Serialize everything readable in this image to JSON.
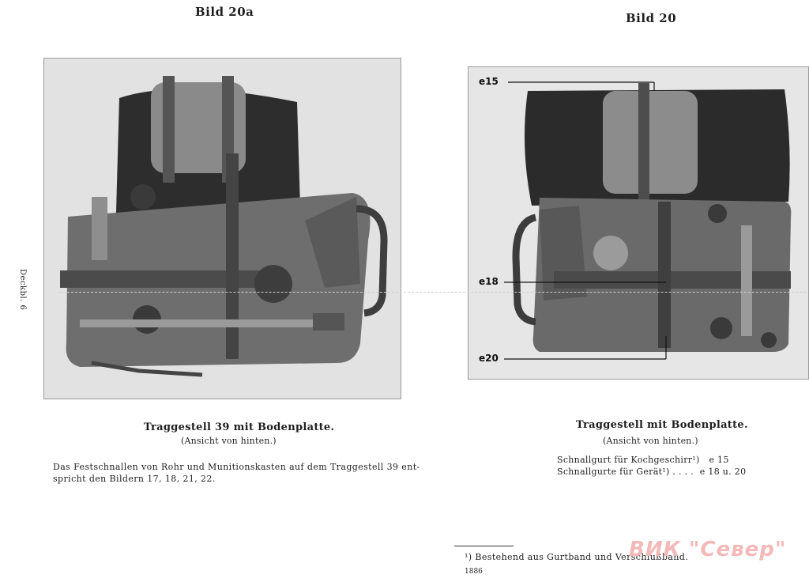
{
  "left_page": {
    "figure_label": "Bild 20a",
    "title": "Traggestell 39 mit Bodenplatte.",
    "subtitle": "(Ansicht von hinten.)",
    "body_line1": "Das Festschnallen von Rohr und Munitionskasten auf dem Traggestell 39 ent-",
    "body_line2": "spricht den Bildern 17, 18, 21, 22.",
    "side_label": "Deckbl. 6"
  },
  "right_page": {
    "figure_label": "Bild 20",
    "title": "Traggestell mit Bodenplatte.",
    "subtitle": "(Ansicht von hinten.)",
    "callouts": [
      "e15",
      "e18",
      "e20"
    ],
    "legend": [
      {
        "label": "Schnallgurt für Kochgeschirr¹)",
        "ref": "e 15"
      },
      {
        "label": "Schnallgurte für Gerät¹) . . . .",
        "ref": "e 18 u. 20"
      }
    ],
    "footnote": "¹) Bestehend aus Gurtband und Verschlußband.",
    "page_number": "1886"
  },
  "watermark": {
    "text": "ВИК \"Север\""
  },
  "colors": {
    "page": "#ffffff",
    "ink": "#1e1e1e",
    "photo_bg": "#dcdcdc",
    "dark_bag": "#2e2e2e",
    "metal": "#7f7f7f",
    "watermark": "#f3b9b9"
  }
}
